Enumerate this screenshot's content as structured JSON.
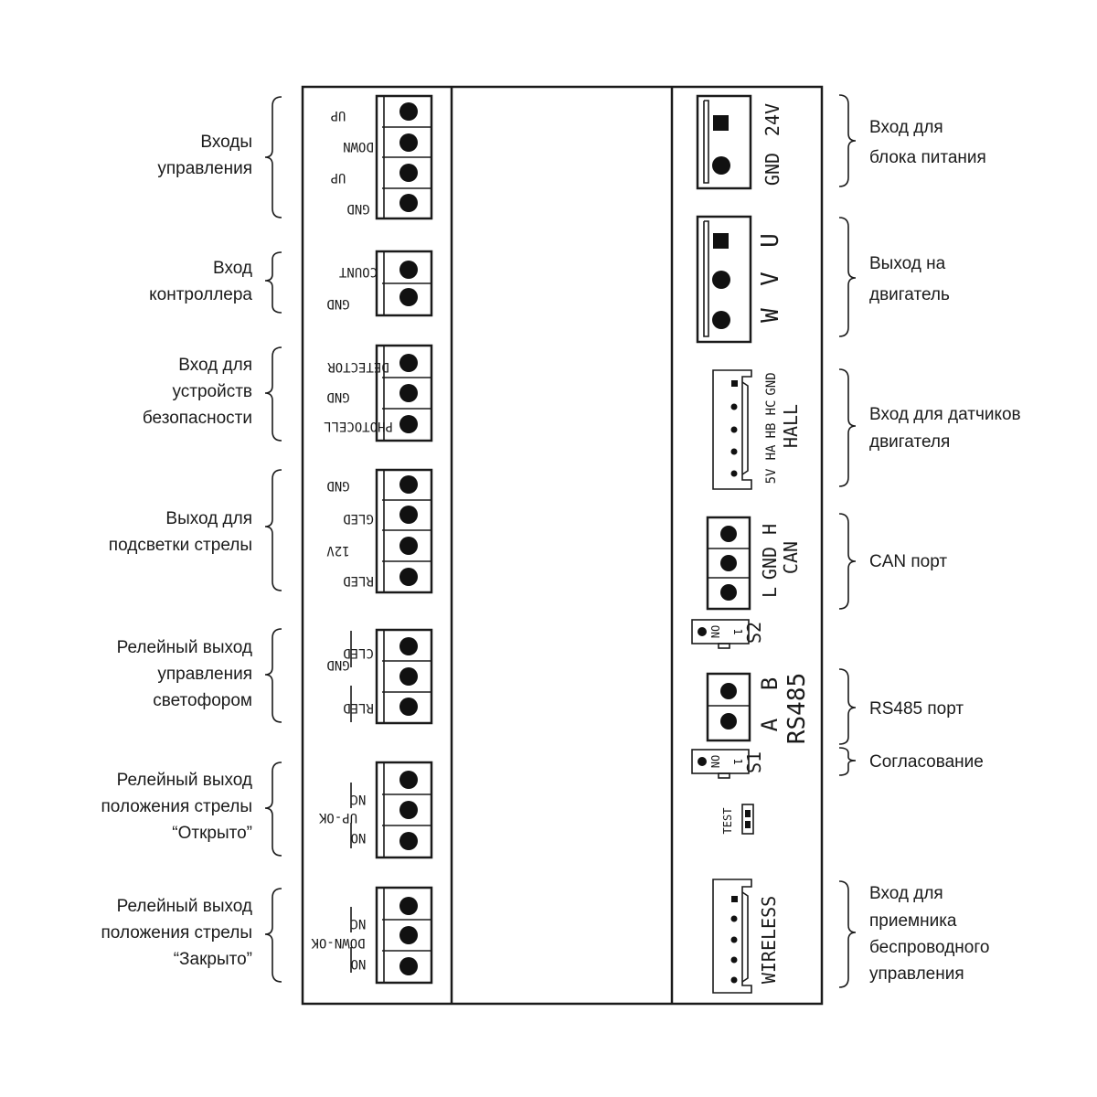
{
  "left_groups": [
    {
      "id": "control-inputs",
      "caption": [
        "Входы",
        "управления"
      ],
      "pins": [
        "UP",
        "DOWN",
        "UP",
        "GND"
      ]
    },
    {
      "id": "controller-input",
      "caption": [
        "Вход",
        "контроллера"
      ],
      "pins": [
        "COUNT",
        "GND"
      ]
    },
    {
      "id": "safety-devices-input",
      "caption": [
        "Вход для",
        "устройств",
        "безопасности"
      ],
      "pins": [
        "DETECTOR",
        "PHOTOCELL",
        "GND"
      ]
    },
    {
      "id": "boom-light-output",
      "caption": [
        "Выход для",
        "подсветки стрелы"
      ],
      "pins": [
        "GND",
        "GLED",
        "12V",
        "RLED"
      ]
    },
    {
      "id": "traffic-light-relay",
      "caption": [
        "Релейный выход",
        "управления",
        "светофором"
      ],
      "pins": [
        "CLED",
        "GND",
        "RLED"
      ]
    },
    {
      "id": "boom-open-relay",
      "caption": [
        "Релейный выход",
        "положения стрелы",
        "“Открыто”"
      ],
      "pins": [
        "NC",
        "UP-OK",
        "NO"
      ]
    },
    {
      "id": "boom-closed-relay",
      "caption": [
        "Релейный выход",
        "положения стрелы",
        "“Закрыто”"
      ],
      "pins": [
        "NC",
        "DOWN-OK",
        "NO"
      ]
    }
  ],
  "right_groups": [
    {
      "id": "power-input",
      "caption": [
        "Вход для",
        "блока питания"
      ],
      "pins": [
        "GND",
        "24V"
      ]
    },
    {
      "id": "motor-output",
      "caption": [
        "Выход на",
        "двигатель"
      ],
      "pins": [
        "W",
        "V",
        "U"
      ]
    },
    {
      "id": "motor-sensors-input",
      "caption": [
        "Вход для датчиков",
        "двигателя"
      ],
      "pins": [
        "5V",
        "HA",
        "HB",
        "HC",
        "GND",
        "HALL"
      ]
    },
    {
      "id": "can-port",
      "caption": [
        "CAN порт"
      ],
      "pins": [
        "L",
        "GND",
        "H",
        "CAN"
      ]
    },
    {
      "id": "rs485-port",
      "caption": [
        "RS485 порт"
      ],
      "pins": [
        "A",
        "B",
        "RS485"
      ]
    },
    {
      "id": "termination",
      "caption": [
        "Согласование"
      ],
      "pins": []
    },
    {
      "id": "wireless-receiver-input",
      "caption": [
        "Вход для",
        "приемника",
        "беспроводного",
        "управления"
      ],
      "pins": [
        "WIRELESS"
      ]
    }
  ],
  "switches": [
    {
      "id": "s2",
      "label": "S2",
      "on": "ON",
      "one": "1"
    },
    {
      "id": "s1",
      "label": "S1",
      "on": "ON",
      "one": "1"
    }
  ],
  "test_jumper": {
    "label": "TEST"
  }
}
